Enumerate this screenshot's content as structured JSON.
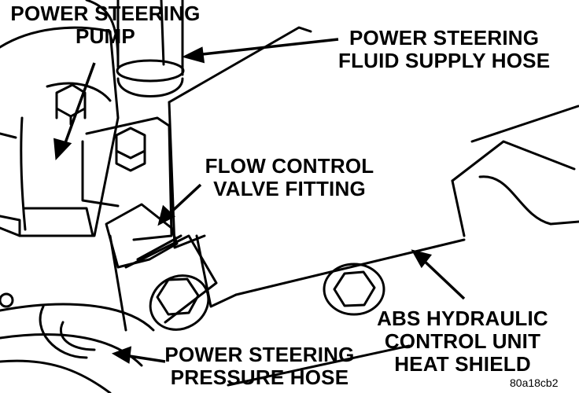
{
  "labels": {
    "pump": [
      "POWER STEERING",
      "PUMP"
    ],
    "supply_hose": [
      "POWER STEERING",
      "FLUID SUPPLY HOSE"
    ],
    "flow_control": [
      "FLOW CONTROL",
      "VALVE FITTING"
    ],
    "abs_shield": [
      "ABS HYDRAULIC",
      "CONTROL UNIT",
      "HEAT SHIELD"
    ],
    "pressure_hose": [
      "POWER STEERING",
      "PRESSURE HOSE"
    ]
  },
  "reference_code": "80a18cb2",
  "colors": {
    "ink": "#000000",
    "paper": "#ffffff"
  }
}
